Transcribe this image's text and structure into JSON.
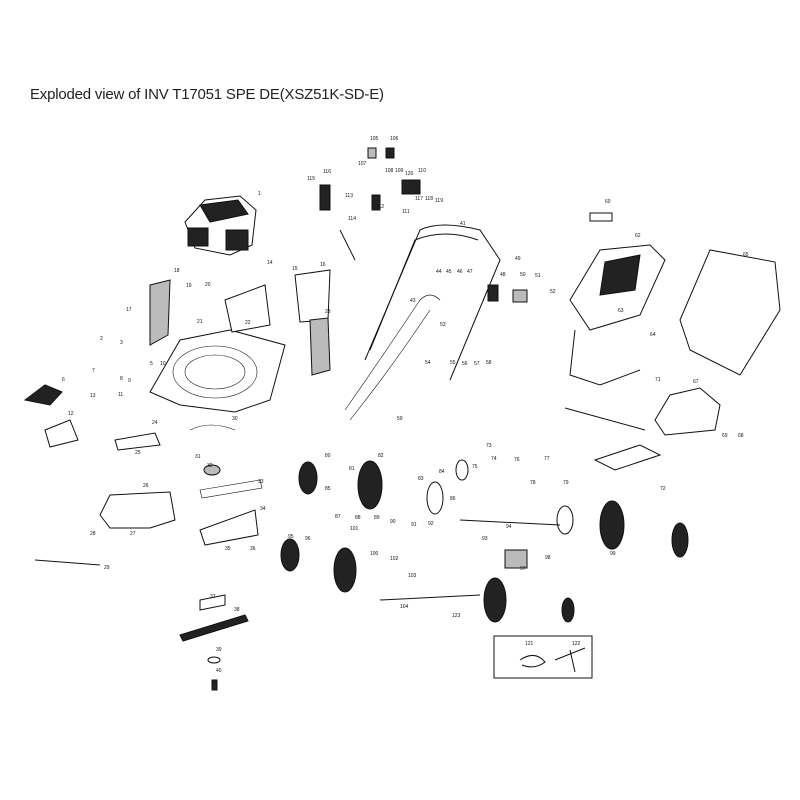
{
  "title": "Exploded view of INV T17051 SPE DE(XSZ51K-SD-E)",
  "part_numbers": [
    "1",
    "2",
    "3",
    "5",
    "6",
    "7",
    "8",
    "9",
    "10",
    "11",
    "12",
    "13",
    "14",
    "15",
    "16",
    "17",
    "18",
    "19",
    "20",
    "21",
    "22",
    "23",
    "24",
    "25",
    "26",
    "27",
    "28",
    "29",
    "30",
    "31",
    "32",
    "33",
    "34",
    "35",
    "36",
    "37",
    "38",
    "39",
    "40",
    "41",
    "43",
    "44",
    "45",
    "46",
    "47",
    "48",
    "49",
    "50",
    "51",
    "52",
    "53",
    "54",
    "55",
    "56",
    "57",
    "58",
    "59",
    "60",
    "62",
    "63",
    "64",
    "65",
    "67",
    "68",
    "69",
    "71",
    "72",
    "73",
    "74",
    "75",
    "76",
    "77",
    "78",
    "79",
    "80",
    "81",
    "82",
    "83",
    "84",
    "85",
    "86",
    "87",
    "88",
    "89",
    "90",
    "91",
    "92",
    "93",
    "94",
    "95",
    "96",
    "97",
    "98",
    "99",
    "100",
    "101",
    "102",
    "103",
    "104",
    "105",
    "106",
    "107",
    "108",
    "109",
    "110",
    "111",
    "112",
    "113",
    "114",
    "115",
    "116",
    "117",
    "118",
    "119",
    "120",
    "121",
    "122",
    "123"
  ],
  "accessory_box": {
    "items": [
      "121",
      "122"
    ]
  }
}
